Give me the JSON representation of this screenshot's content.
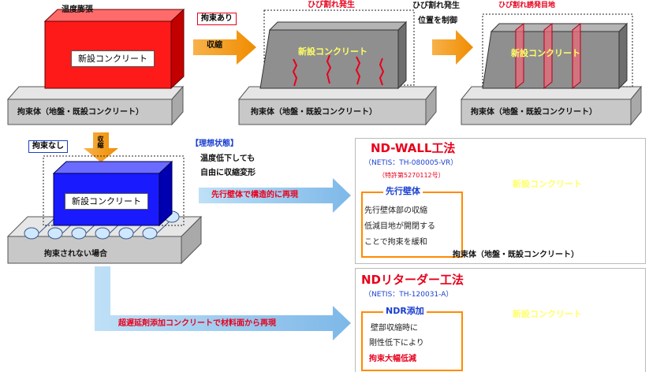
{
  "labels": {
    "thermal_expansion": "温度膨張",
    "new_concrete": "新設コンクリート",
    "restraint_base": "拘束体（地盤・既設コンクリート）",
    "restrained": "拘束あり",
    "shrinkage": "収縮",
    "crack_occurs": "ひび割れ発生",
    "crack_control_line1": "ひび割れ発生",
    "crack_control_line2": "位置を制御",
    "crack_induced_joint": "ひび割れ誘発目地",
    "unrestrained": "拘束なし",
    "shrink_vertical": "収縮",
    "ideal_state": "【理想状態】",
    "ideal_line1": "温度低下しても",
    "ideal_line2": "自由に収縮変形",
    "reproduce_structure": "先行壁体で構造的に再現",
    "no_restraint_case": "拘束されない場合",
    "reproduce_material": "超遅延剤添加コンクリートで材料面から再現"
  },
  "ndwall": {
    "title": "ND-WALL工法",
    "netis": "（NETIS：TH-080005-VR）",
    "patent": "（特許第5270112号）",
    "box_title": "先行壁体",
    "desc1": "先行壁体部の収縮",
    "desc2": "低減目地が開閉する",
    "desc3": "ことで拘束を緩和",
    "concrete": "新設コンクリート",
    "base": "拘束体（地盤・既設コンクリート）"
  },
  "ndr": {
    "title": "NDリターダー工法",
    "netis": "（NETIS：TH-120031-A）",
    "box_title": "NDR添加",
    "desc1": "壁部収縮時に",
    "desc2": "剛性低下により",
    "desc3": "拘束大幅低減",
    "concrete": "新設コンクリート"
  },
  "colors": {
    "red_block": "#ff1a1a",
    "blue_block": "#1a1aff",
    "grey_block": "#8f8f8f",
    "slab": "#cfcfcf",
    "arrow_orange": "#f39a1e",
    "arrow_blue": "#9ccbef",
    "light_blue_layer": "#bfe3ff"
  }
}
